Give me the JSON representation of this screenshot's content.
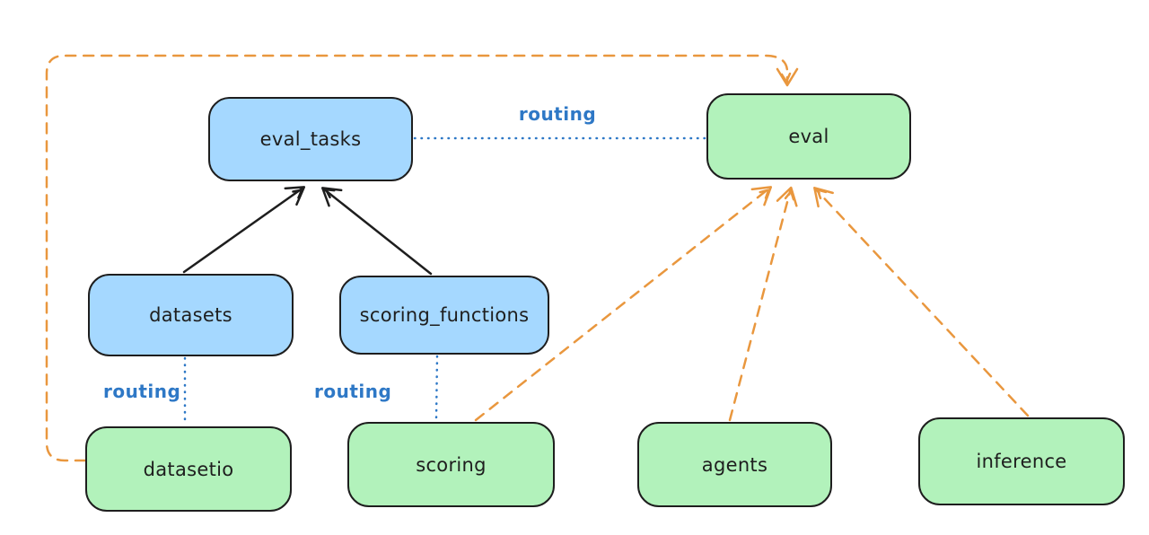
{
  "colors": {
    "stroke": "#1e1e1e",
    "blue_fill": "#a5d8ff",
    "green_fill": "#b2f2bb",
    "orange": "#e9973e",
    "blue_line": "#2e78c6",
    "bg": "#ffffff"
  },
  "nodes": {
    "eval_tasks": {
      "label": "eval_tasks",
      "fill": "blue"
    },
    "eval": {
      "label": "eval",
      "fill": "green"
    },
    "datasets": {
      "label": "datasets",
      "fill": "blue"
    },
    "scoring_functions": {
      "label": "scoring_functions",
      "fill": "blue"
    },
    "datasetio": {
      "label": "datasetio",
      "fill": "green"
    },
    "scoring": {
      "label": "scoring",
      "fill": "green"
    },
    "agents": {
      "label": "agents",
      "fill": "green"
    },
    "inference": {
      "label": "inference",
      "fill": "green"
    }
  },
  "edges": [
    {
      "from": "eval_tasks",
      "to": "eval",
      "type": "dotted",
      "color": "blue",
      "label": "routing"
    },
    {
      "from": "datasets",
      "to": "eval_tasks",
      "type": "solid-arrow",
      "color": "black",
      "label": ""
    },
    {
      "from": "scoring_functions",
      "to": "eval_tasks",
      "type": "solid-arrow",
      "color": "black",
      "label": ""
    },
    {
      "from": "datasets",
      "to": "datasetio",
      "type": "dotted",
      "color": "blue",
      "label": "routing"
    },
    {
      "from": "scoring_functions",
      "to": "scoring",
      "type": "dotted",
      "color": "blue",
      "label": "routing"
    },
    {
      "from": "datasetio",
      "to": "eval",
      "type": "dashed-arrow",
      "color": "orange",
      "label": ""
    },
    {
      "from": "scoring",
      "to": "eval",
      "type": "dashed-arrow",
      "color": "orange",
      "label": ""
    },
    {
      "from": "agents",
      "to": "eval",
      "type": "dashed-arrow",
      "color": "orange",
      "label": ""
    },
    {
      "from": "inference",
      "to": "eval",
      "type": "dashed-arrow",
      "color": "orange",
      "label": ""
    }
  ]
}
